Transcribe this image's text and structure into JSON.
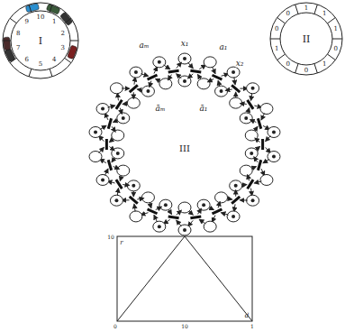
{
  "diagram": {
    "labels": [
      "10",
      "1",
      "2",
      "3",
      "4",
      "5",
      "6",
      "7",
      "8",
      "9",
      "I",
      "1",
      "1",
      "1",
      "0",
      "1",
      "0",
      "0",
      "1",
      "0",
      "0",
      "II",
      "aₘ",
      "x₁",
      "a₁",
      "x₂",
      "ā₁",
      "āₘ",
      "III",
      "10",
      "r",
      "0",
      "10",
      "1",
      "d"
    ]
  }
}
